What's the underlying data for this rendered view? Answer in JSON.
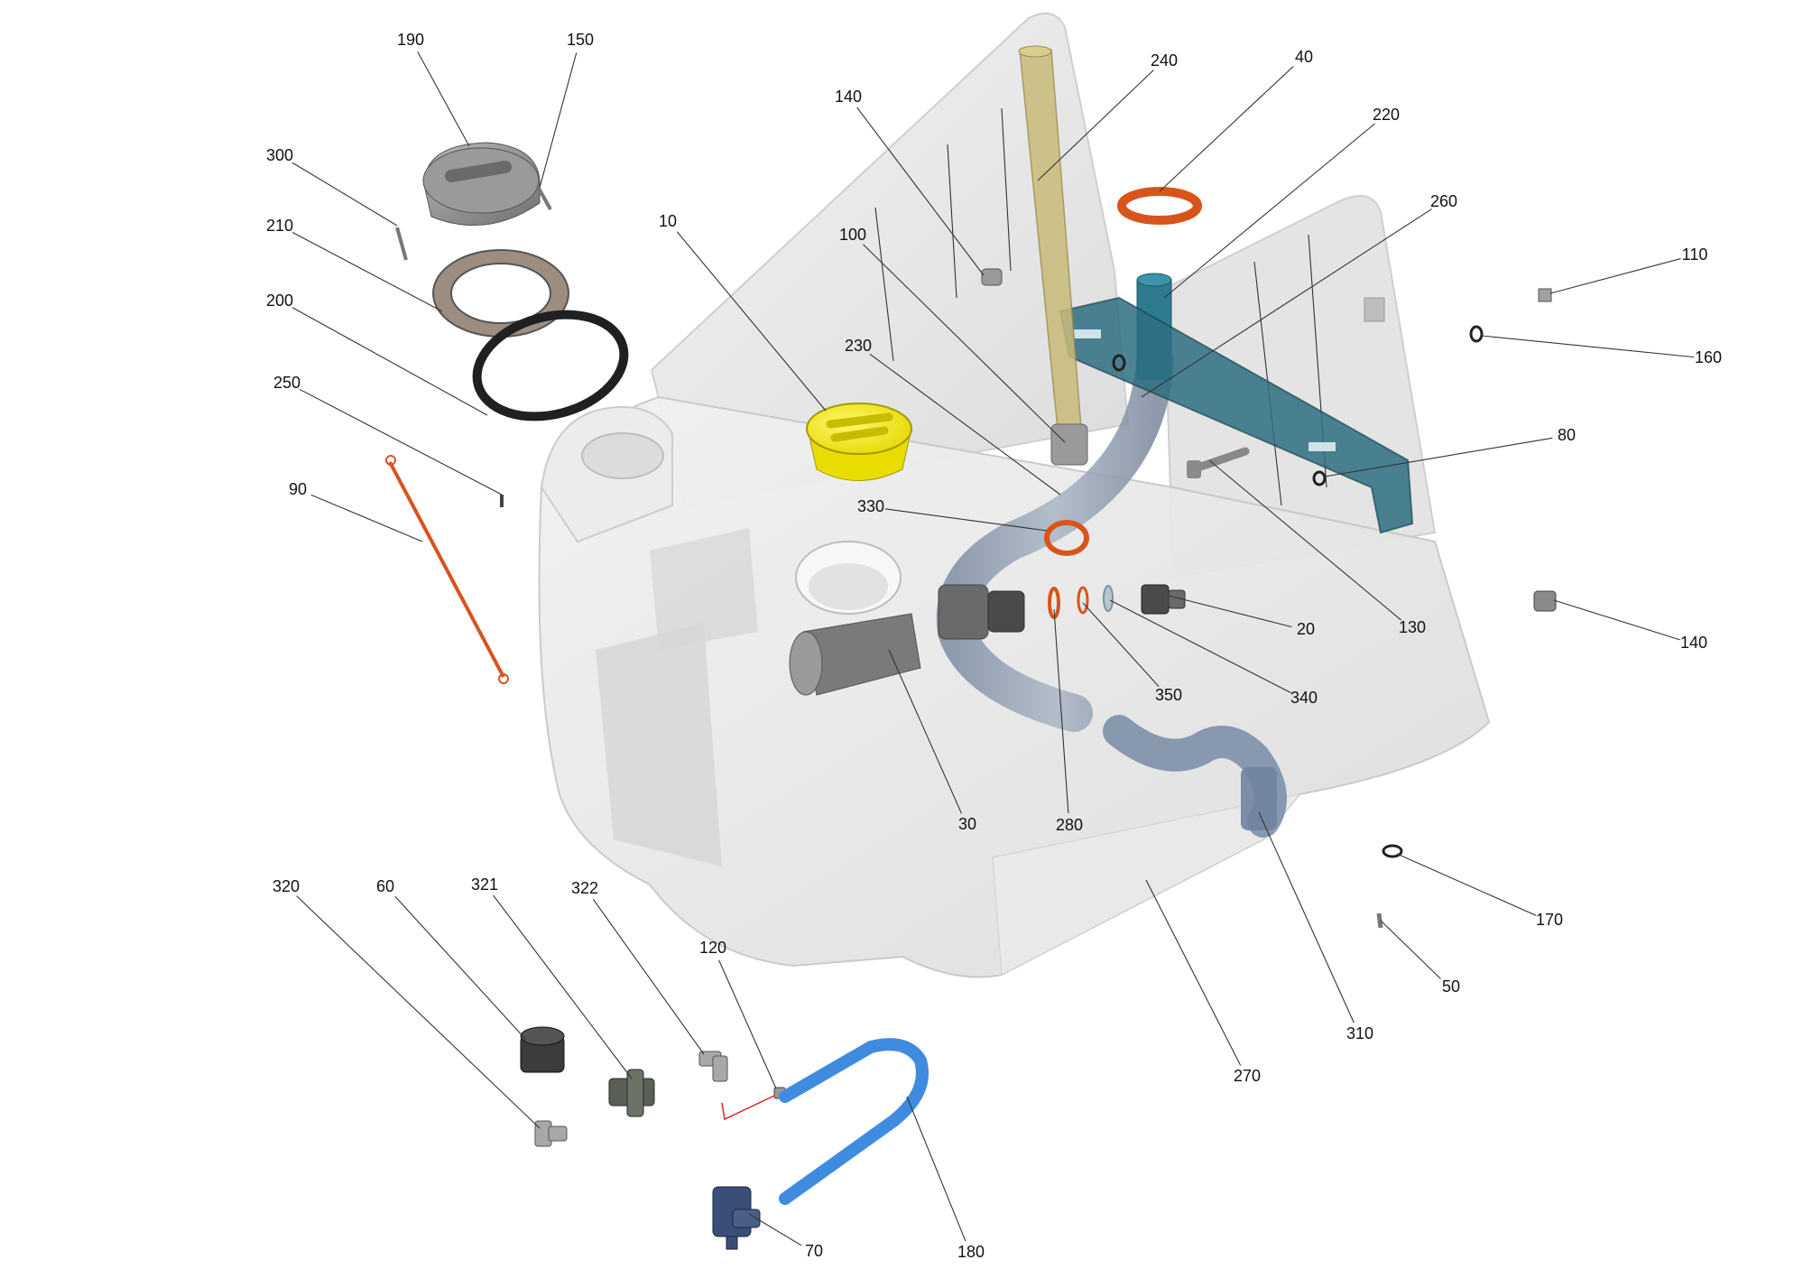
{
  "diagram": {
    "colors": {
      "tank": "#e6e6e6",
      "tank_edge": "#c9c9c9",
      "hose": "#8e9cae",
      "bracket": "#2f6f82",
      "cap_yellow": "#f2ea1a",
      "orange": "#d8541c",
      "blue_hose": "#3f8be0",
      "gasket": "#202020",
      "gray_part": "#8a8a8a"
    },
    "parts": [
      {
        "id": "190",
        "label": "190",
        "icon": "round-lid-icon"
      },
      {
        "id": "150",
        "label": "150",
        "icon": "screw-icon"
      },
      {
        "id": "300",
        "label": "300",
        "icon": "screw-icon"
      },
      {
        "id": "210",
        "label": "210",
        "icon": "flange-ring-icon"
      },
      {
        "id": "200",
        "label": "200",
        "icon": "gasket-ring-icon"
      },
      {
        "id": "250",
        "label": "250",
        "icon": "screw-icon"
      },
      {
        "id": "90",
        "label": "90",
        "icon": "rod-icon"
      },
      {
        "id": "140a",
        "label": "140",
        "icon": "bolt-icon"
      },
      {
        "id": "240",
        "label": "240",
        "icon": "dip-tube-icon"
      },
      {
        "id": "40",
        "label": "40",
        "icon": "hose-clamp-icon"
      },
      {
        "id": "220",
        "label": "220",
        "icon": "pipe-icon"
      },
      {
        "id": "260",
        "label": "260",
        "icon": "bracket-icon"
      },
      {
        "id": "10",
        "label": "10",
        "icon": "filler-cap-icon"
      },
      {
        "id": "100",
        "label": "100",
        "icon": "fitting-icon"
      },
      {
        "id": "230",
        "label": "230",
        "icon": "hose-icon"
      },
      {
        "id": "110",
        "label": "110",
        "icon": "nut-icon"
      },
      {
        "id": "160",
        "label": "160",
        "icon": "o-ring-icon"
      },
      {
        "id": "80",
        "label": "80",
        "icon": "washer-icon"
      },
      {
        "id": "330",
        "label": "330",
        "icon": "o-ring-icon"
      },
      {
        "id": "20",
        "label": "20",
        "icon": "plug-icon"
      },
      {
        "id": "130",
        "label": "130",
        "icon": "bolt-icon"
      },
      {
        "id": "140b",
        "label": "140",
        "icon": "bolt-icon"
      },
      {
        "id": "350",
        "label": "350",
        "icon": "seal-ring-icon"
      },
      {
        "id": "340",
        "label": "340",
        "icon": "seal-ring-icon"
      },
      {
        "id": "30",
        "label": "30",
        "icon": "filter-icon"
      },
      {
        "id": "280",
        "label": "280",
        "icon": "o-ring-icon"
      },
      {
        "id": "170",
        "label": "170",
        "icon": "washer-icon"
      },
      {
        "id": "50",
        "label": "50",
        "icon": "screw-icon"
      },
      {
        "id": "310",
        "label": "310",
        "icon": "drain-hose-icon"
      },
      {
        "id": "270",
        "label": "270",
        "icon": "tank-icon"
      },
      {
        "id": "320",
        "label": "320",
        "icon": "elbow-fitting-icon"
      },
      {
        "id": "60",
        "label": "60",
        "icon": "end-cap-icon"
      },
      {
        "id": "321",
        "label": "321",
        "icon": "valve-icon"
      },
      {
        "id": "322",
        "label": "322",
        "icon": "elbow-fitting-icon"
      },
      {
        "id": "120",
        "label": "120",
        "icon": "plug-icon"
      },
      {
        "id": "70",
        "label": "70",
        "icon": "pump-valve-icon"
      },
      {
        "id": "180",
        "label": "180",
        "icon": "u-hose-icon"
      }
    ]
  }
}
